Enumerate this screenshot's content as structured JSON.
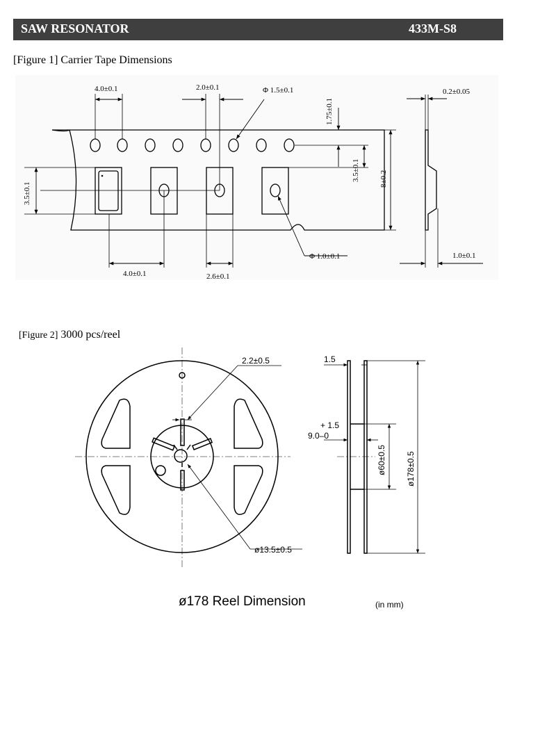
{
  "header": {
    "title": "SAW RESONATOR",
    "part": "433M-S8"
  },
  "figure1": {
    "caption": "[Figure 1] Carrier Tape Dimensions",
    "dims": {
      "pitch_top": "4.0±0.1",
      "hole_offset": "2.0±0.1",
      "hole_dia": "Φ 1.5±0.1",
      "edge_to_hole": "1.75±0.1",
      "hole_to_pocket": "3.5±0.1",
      "tape_width": "8±0.2",
      "pocket_height": "3.5±0.1",
      "pitch_bottom": "4.0±0.1",
      "pocket_width": "2.6±0.1",
      "pocket_hole_dia": "Φ 1.0±0.1",
      "thickness": "0.2±0.05",
      "depth": "1.0±0.1"
    }
  },
  "figure2": {
    "caption_prefix": "[Figure 2]",
    "caption_text": "3000 pcs/reel",
    "dims": {
      "slot_width": "2.2±0.5",
      "hub_dia": "ø13.5±0.5",
      "flange_thickness": "1.5",
      "tol_plus": "+ 1.5",
      "width": "9.0–0",
      "core_dia": "ø60±0.5",
      "reel_dia": "ø178±0.5"
    },
    "title": "ø178 Reel Dimension",
    "unit_note": "(in mm)"
  }
}
